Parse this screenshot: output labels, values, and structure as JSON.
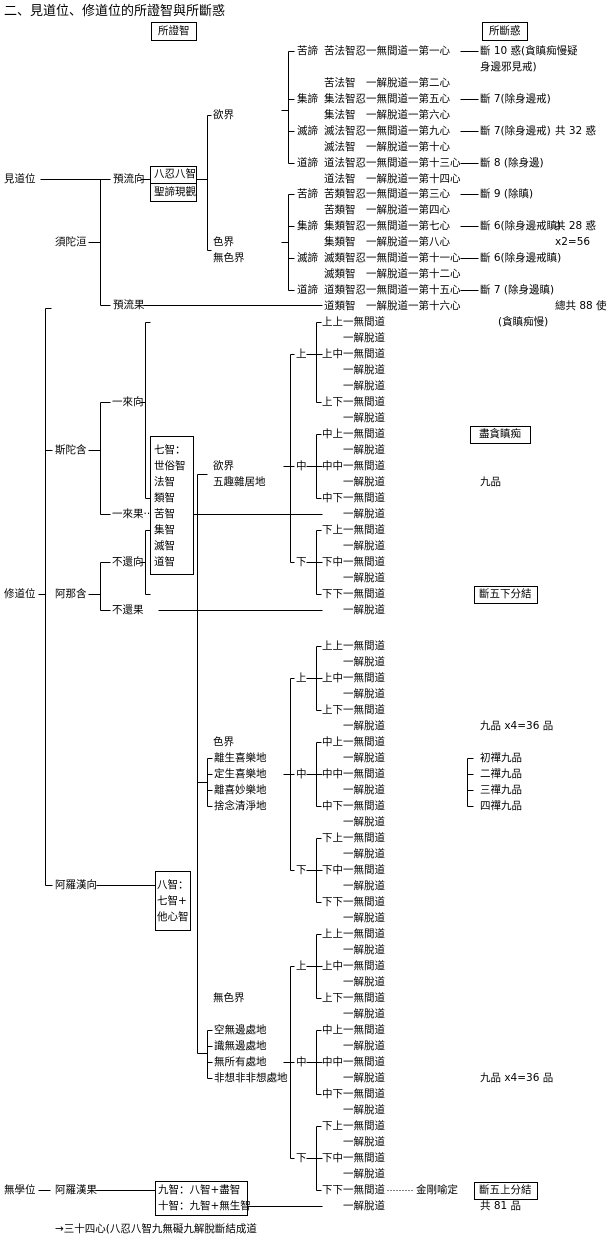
{
  "title": "二、見道位、修道位的所證智與所斷惑",
  "headers": {
    "wisdom": "所證智",
    "defilements": "所斷惑"
  },
  "darshana": {
    "stage": "見道位",
    "fruit_name": "須陀洹",
    "path": "預流向",
    "fruit": "預流果",
    "box": [
      "八忍八智",
      "聖諦現觀"
    ],
    "realms": [
      "欲界",
      "色界",
      "無色界"
    ],
    "rows": [
      {
        "truth": "苦諦",
        "text": "苦法智忍一無間道一第一心",
        "cut": "斷 10 惑(貪瞋痴慢疑",
        "note": ""
      },
      {
        "truth": "",
        "text": "",
        "cut": "身邊邪見戒)",
        "note": ""
      },
      {
        "truth": "",
        "text": "苦法智　一解脫道一第二心",
        "cut": "",
        "note": ""
      },
      {
        "truth": "集諦",
        "text": "集法智忍一無間道一第五心",
        "cut": "斷 7(除身邊戒)",
        "note": ""
      },
      {
        "truth": "",
        "text": "集法智　一解脫道一第六心",
        "cut": "",
        "note": ""
      },
      {
        "truth": "滅諦",
        "text": "滅法智忍一無間道一第九心",
        "cut": "斷 7(除身邊戒)",
        "note": "共 32 惑"
      },
      {
        "truth": "",
        "text": "滅法智　一解脫道一第十心",
        "cut": "",
        "note": ""
      },
      {
        "truth": "道諦",
        "text": "道法智忍一無間道一第十三心",
        "cut": "斷 8 (除身邊)",
        "note": ""
      },
      {
        "truth": "",
        "text": "道法智　一解脫道一第十四心",
        "cut": "",
        "note": ""
      },
      {
        "truth": "苦諦",
        "text": "苦類智忍一無間道一第三心",
        "cut": "斷 9 (除瞋)",
        "note": ""
      },
      {
        "truth": "",
        "text": "苦類智　一解脫道一第四心",
        "cut": "",
        "note": ""
      },
      {
        "truth": "集諦",
        "text": "集類智忍一無間道一第七心",
        "cut": "斷 6(除身邊戒瞋)",
        "note": "共 28 惑"
      },
      {
        "truth": "",
        "text": "集類智　一解脫道一第八心",
        "cut": "",
        "note": "x2=56"
      },
      {
        "truth": "滅諦",
        "text": "滅類智忍一無間道一第十一心",
        "cut": "斷 6(除身邊戒瞋)",
        "note": ""
      },
      {
        "truth": "",
        "text": "滅類智　一解脫道一第十二心",
        "cut": "",
        "note": ""
      },
      {
        "truth": "道諦",
        "text": "道類智忍一無間道一第十五心",
        "cut": "斷 7 (除身邊瞋)",
        "note": ""
      },
      {
        "truth": "",
        "text": "道類智　一解脫道一第十六心",
        "cut": "",
        "note": "總共 88 使"
      }
    ]
  },
  "bhavana": {
    "stage": "修道位",
    "once_returner": "斯陀含",
    "once_path": "一來向",
    "once_fruit": "一來果···",
    "non_returner": "阿那含",
    "non_path": "不還向",
    "non_fruit": "不還果",
    "arhat_path": "阿羅漢向",
    "seven_box": [
      "七智：",
      "世俗智",
      "法智",
      "類智",
      "苦智",
      "集智",
      "滅智",
      "道智"
    ],
    "eight_box": [
      "八智：",
      "七智+",
      "他心智"
    ],
    "kama": {
      "realm": "欲界",
      "ground": "五趣雜居地"
    },
    "rupa": {
      "realm": "色界",
      "grounds": [
        "離生喜樂地",
        "定生喜樂地",
        "離喜妙樂地",
        "捨念清淨地"
      ]
    },
    "arupa": {
      "realm": "無色界",
      "grounds": [
        "空無邊處地",
        "識無邊處地",
        "無所有處地",
        "非想非非想處地"
      ]
    },
    "grades": [
      "上",
      "中",
      "下"
    ],
    "blocks": [
      [
        "上上一無間道",
        "一解脫道",
        "上中一無間道",
        "一解脫道",
        "一解脫道",
        "上下一無間道",
        "一解脫道",
        "中上一無間道",
        "一解脫道",
        "中中一無間道",
        "一解脫道",
        "中下一無間道",
        "一解脫道",
        "下上一無間道",
        "一解脫道",
        "下中一無間道",
        "一解脫道",
        "下下一無間道",
        "一解脫道"
      ],
      [
        "上上一無間道",
        "一解脫道",
        "上中一無間道",
        "一解脫道",
        "上下一無間道",
        "一解脫道",
        "中上一無間道",
        "一解脫道",
        "中中一無間道",
        "一解脫道",
        "中下一無間道",
        "一解脫道",
        "下上一無間道",
        "一解脫道",
        "下中一無間道",
        "一解脫道",
        "下下一無間道",
        "一解脫道"
      ],
      [
        "上上一無間道",
        "一解脫道",
        "上中一無間道",
        "一解脫道",
        "上下一無間道",
        "一解脫道",
        "中上一無間道",
        "一解脫道",
        "中中一無間道",
        "一解脫道",
        "中下一無間道",
        "一解脫道",
        "下上一無間道",
        "一解脫道",
        "下中一無間道",
        "一解脫道",
        "下下一無間道",
        "一解脫道"
      ]
    ],
    "notes": {
      "kama_top": "(貪瞋痴慢)",
      "kama_box": "盡貪瞋痴",
      "kama_count": "九品",
      "kama_cut": "斷五下分結",
      "rupa_count": "九品 x4=36 品",
      "dhyana": [
        "初禪九品",
        "二禪九品",
        "三禪九品",
        "四禪九品"
      ],
      "arupa_count": "九品 x4=36 品",
      "vajra": "金剛喻定",
      "arupa_cut": "斷五上分結",
      "total": "共 81 品"
    }
  },
  "asaiksa": {
    "stage": "無學位",
    "fruit": "阿羅漢果",
    "box": [
      "九智：八智+盡智",
      "十智：九智+無生智"
    ],
    "footer": "→三十四心(八忍八智九無礙九解脫斷結成道"
  }
}
